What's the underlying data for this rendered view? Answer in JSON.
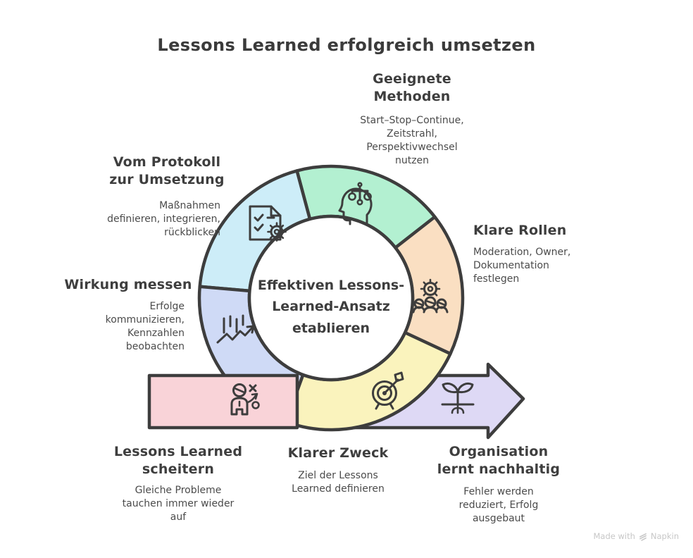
{
  "title": "Lessons Learned erfolgreich umsetzen",
  "center_label": "Effektiven Lessons-\nLearned-Ansatz\netablieren",
  "sections": {
    "methoden": {
      "heading": "Geeignete\nMethoden",
      "body": "Start–Stop–Continue,\nZeitstrahl,\nPerspektivwechsel\nnutzen",
      "color": "#b3f0d1"
    },
    "protokoll": {
      "heading": "Vom Protokoll\nzur Umsetzung",
      "body": "Maßnahmen\ndefinieren, integrieren,\nrückblicken",
      "color": "#cdedf8"
    },
    "rollen": {
      "heading": "Klare Rollen",
      "body": "Moderation, Owner,\nDokumentation\nfestlegen",
      "color": "#fadfc2"
    },
    "wirkung": {
      "heading": "Wirkung messen",
      "body": "Erfolge\nkommunizieren,\nKennzahlen\nbeobachten",
      "color": "#cfdaf6"
    },
    "zweck": {
      "heading": "Klarer Zweck",
      "body": "Ziel der Lessons\nLearned definieren",
      "color": "#faf3bd"
    },
    "scheitern": {
      "heading": "Lessons Learned\nscheitern",
      "body": "Gleiche Probleme\ntauchen immer wieder\nauf",
      "color": "#f9d3d8"
    },
    "organisation": {
      "heading": "Organisation\nlernt nachhaltig",
      "body": "Fehler werden\nreduziert, Erfolg\nausgebaut",
      "color": "#ded9f5"
    }
  },
  "colors": {
    "outline": "#3d3d3d",
    "heading_text": "#3e3e3e",
    "body_text": "#4b4b4b",
    "watermark_text": "#c7c7c7"
  },
  "icons": {
    "protokoll": "document-gear-icon",
    "methoden": "head-scale-icon",
    "rollen": "team-gear-icon",
    "zweck": "target-dart-icon",
    "wirkung": "chart-growth-icon",
    "scheitern": "person-strategy-fail-icon",
    "organisation": "plant-roots-icon",
    "watermark": "napkin-logo-icon"
  },
  "watermark": {
    "prefix": "Made with",
    "brand": "Napkin"
  }
}
